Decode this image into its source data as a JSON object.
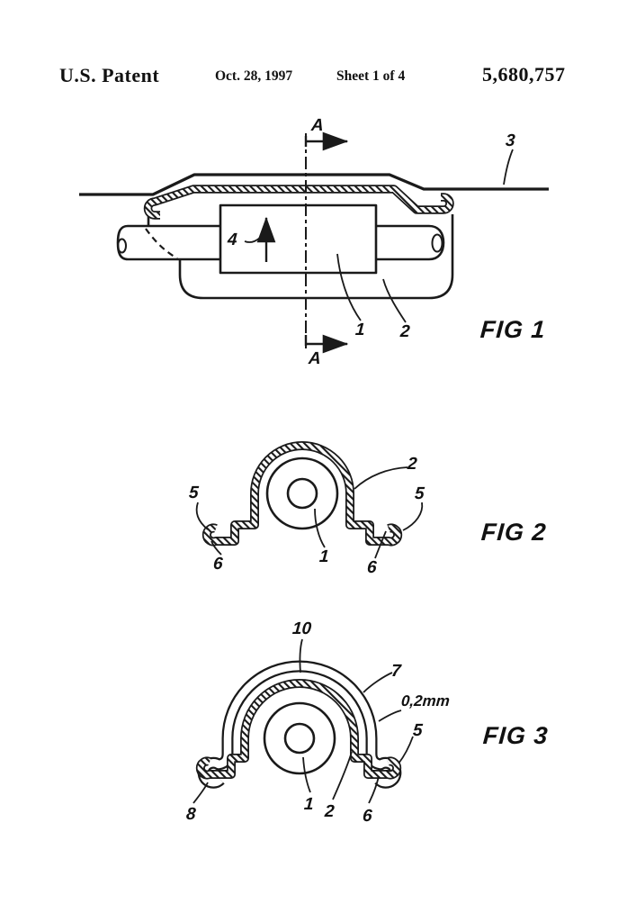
{
  "page": {
    "background": "#ffffff",
    "ink": "#1a1a1a"
  },
  "header": {
    "title": "U.S. Patent",
    "date": "Oct. 28, 1997",
    "sheet": "Sheet 1 of 4",
    "patent_number": "5,680,757"
  },
  "fig1": {
    "caption": "FIG 1",
    "labels": {
      "section_top": "A",
      "section_bottom": "A",
      "ref_3": "3",
      "ref_4": "4",
      "ref_1": "1",
      "ref_2": "2"
    }
  },
  "fig2": {
    "caption": "FIG 2",
    "labels": {
      "ref_2": "2",
      "ref_5_left": "5",
      "ref_5_right": "5",
      "ref_6_left": "6",
      "ref_6_right": "6",
      "ref_1": "1"
    }
  },
  "fig3": {
    "caption": "FIG 3",
    "labels": {
      "ref_10": "10",
      "ref_7": "7",
      "gap_dimension": "0,2mm",
      "ref_5": "5",
      "ref_8": "8",
      "ref_1": "1",
      "ref_2": "2",
      "ref_6": "6"
    }
  }
}
